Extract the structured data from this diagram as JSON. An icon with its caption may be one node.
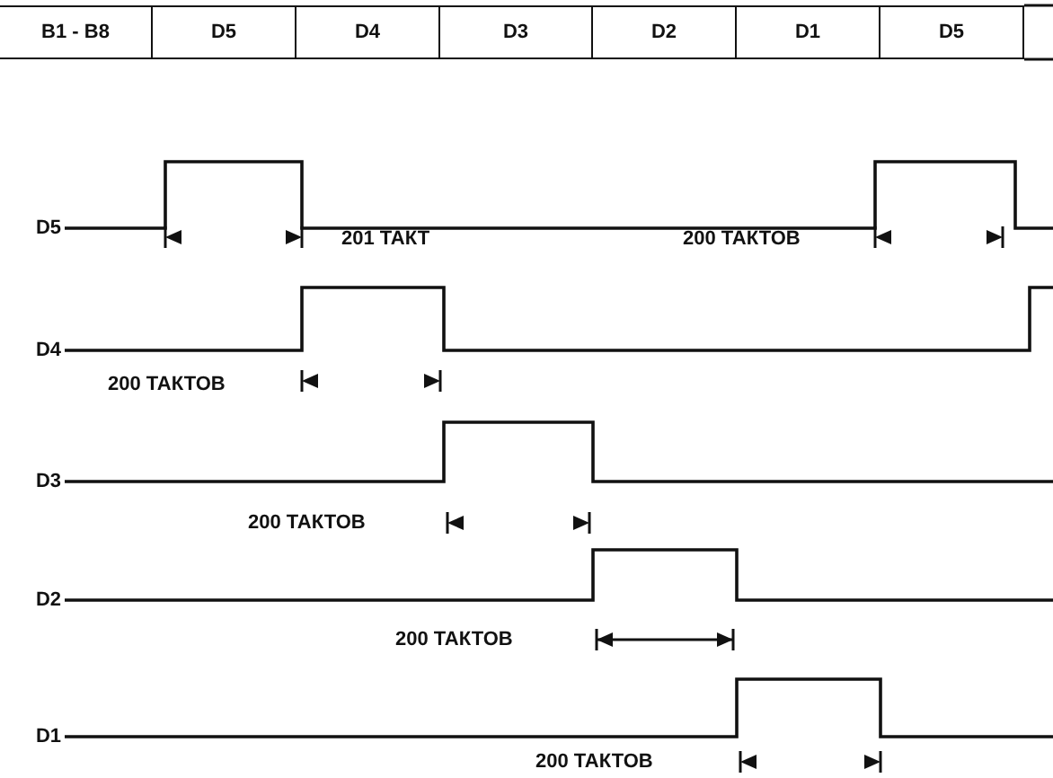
{
  "diagram": {
    "labels": [
      "B1 - B8",
      "D5",
      "D4",
      "D3",
      "D2",
      "D1",
      "D5",
      "D5",
      "201 ТАКТ",
      "200 ТАКТОВ",
      "D4",
      "200 ТАКТОВ",
      "D3",
      "200 ТАКТОВ",
      "D2",
      "200 ТАКТОВ",
      "D1",
      "200 ТАКТОВ"
    ]
  }
}
